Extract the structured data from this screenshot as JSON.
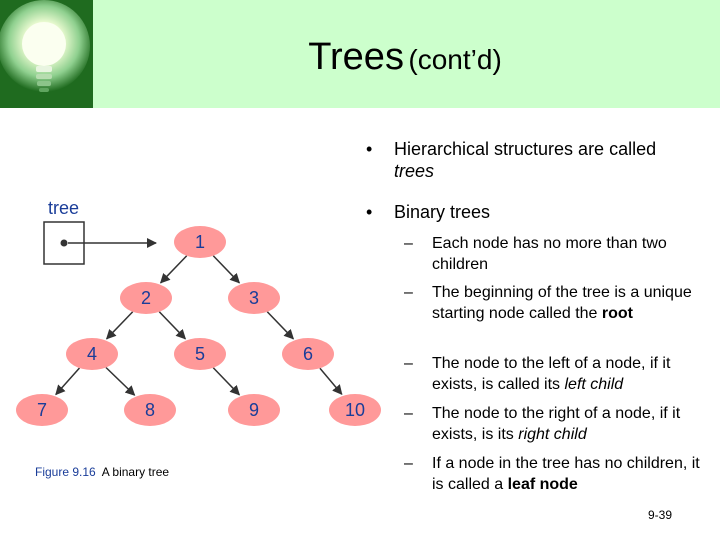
{
  "header": {
    "title_main": "Trees",
    "title_sub": "(cont’d)",
    "colors": {
      "band": "#ccffcc",
      "bulb_box": "#1f6b1f"
    }
  },
  "bullets": {
    "b1": {
      "text": "Hierarchical structures are called ",
      "em": "trees"
    },
    "b2": {
      "text": "Binary trees"
    },
    "sub": [
      {
        "dash": "–",
        "text": "Each node has no more than two children"
      },
      {
        "dash": "–",
        "pre": "The beginning of the tree is a unique starting node called the ",
        "bold": "root"
      },
      {
        "dash": "–",
        "pre": "The node to the left of a node, if it exists, is called its ",
        "em": "left child"
      },
      {
        "dash": "–",
        "pre": "The node to the right of a node, if it exists, is its ",
        "em": "right child"
      },
      {
        "dash": "–",
        "pre": "If a node in the tree has no children, it is called a ",
        "bold": "leaf node"
      }
    ]
  },
  "diagram": {
    "pointer_label": "tree",
    "node_color": "#ff9999",
    "nodes": [
      {
        "id": "1",
        "label": "1"
      },
      {
        "id": "2",
        "label": "2"
      },
      {
        "id": "3",
        "label": "3"
      },
      {
        "id": "4",
        "label": "4"
      },
      {
        "id": "5",
        "label": "5"
      },
      {
        "id": "6",
        "label": "6"
      },
      {
        "id": "7",
        "label": "7"
      },
      {
        "id": "8",
        "label": "8"
      },
      {
        "id": "9",
        "label": "9"
      },
      {
        "id": "10",
        "label": "10"
      }
    ],
    "edges": [
      [
        "1",
        "2"
      ],
      [
        "1",
        "3"
      ],
      [
        "2",
        "4"
      ],
      [
        "2",
        "5"
      ],
      [
        "3",
        "6"
      ],
      [
        "4",
        "7"
      ],
      [
        "4",
        "8"
      ],
      [
        "5",
        "9"
      ],
      [
        "6",
        "10"
      ]
    ]
  },
  "caption": {
    "figure": "Figure 9.16",
    "text": "A binary tree"
  },
  "page_number": "9-39"
}
